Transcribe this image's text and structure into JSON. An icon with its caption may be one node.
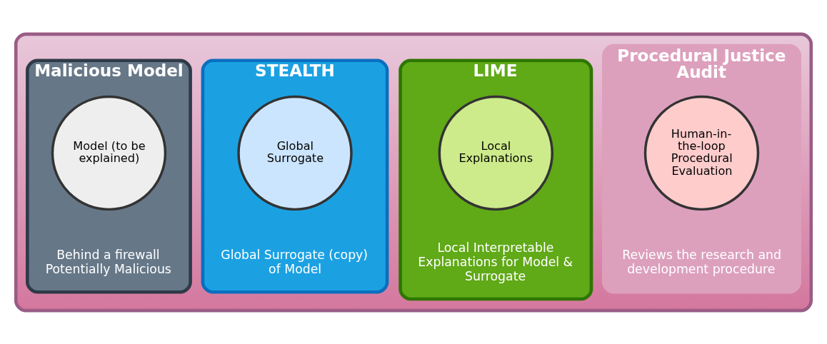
{
  "diagram": {
    "nodes": [
      {
        "text": [],
        "shape": "box"
      },
      {
        "text": [
          "Malicious Model",
          "Behind a firewall Potentially Malicious"
        ],
        "in": 0
      },
      {
        "text": [
          "Model (to be explained)"
        ],
        "in": 1
      },
      {
        "text": [
          "STEALTH",
          "Global Surrogate (copy) of Model"
        ],
        "in": 0
      },
      {
        "text": [
          "Global Surrogate"
        ],
        "in": 3
      },
      {
        "text": [
          "LIME",
          "Local Interpretable Explanations for Model & Surrogate"
        ],
        "in": 0
      },
      {
        "text": [
          "Local Explanations"
        ],
        "in": 5
      },
      {
        "text": [
          "Procedural Justice Audit",
          "Reviews the research and development procedure"
        ],
        "in": 0
      },
      {
        "text": [
          "Human-in-the-loop Procedural Evaluation"
        ],
        "in": 7
      }
    ],
    "edges": []
  }
}
